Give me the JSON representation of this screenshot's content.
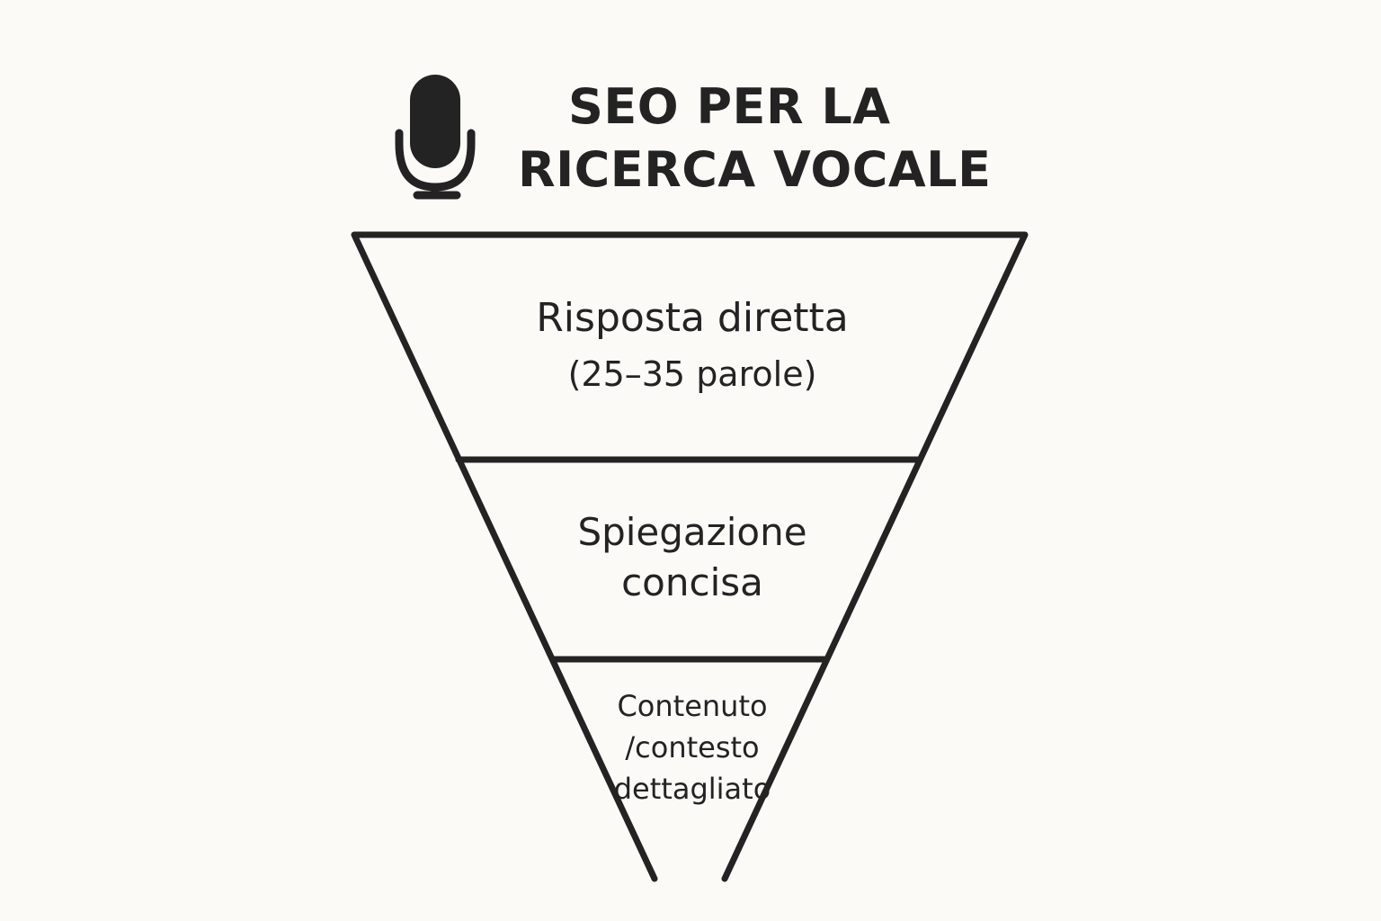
{
  "title": {
    "line1": "SEO PER LA",
    "line2": "RICERCA VOCALE"
  },
  "icon": "microphone-icon",
  "tiers": [
    {
      "line1": "Risposta diretta",
      "line2": "(25–35 parole)"
    },
    {
      "line1": "Spiegazione",
      "line2": "concisa"
    },
    {
      "line1": "Contenuto",
      "line2": "/contesto",
      "line3": "dettagliato"
    }
  ],
  "colors": {
    "background": "#fcfaf7",
    "ink": "#232323"
  }
}
